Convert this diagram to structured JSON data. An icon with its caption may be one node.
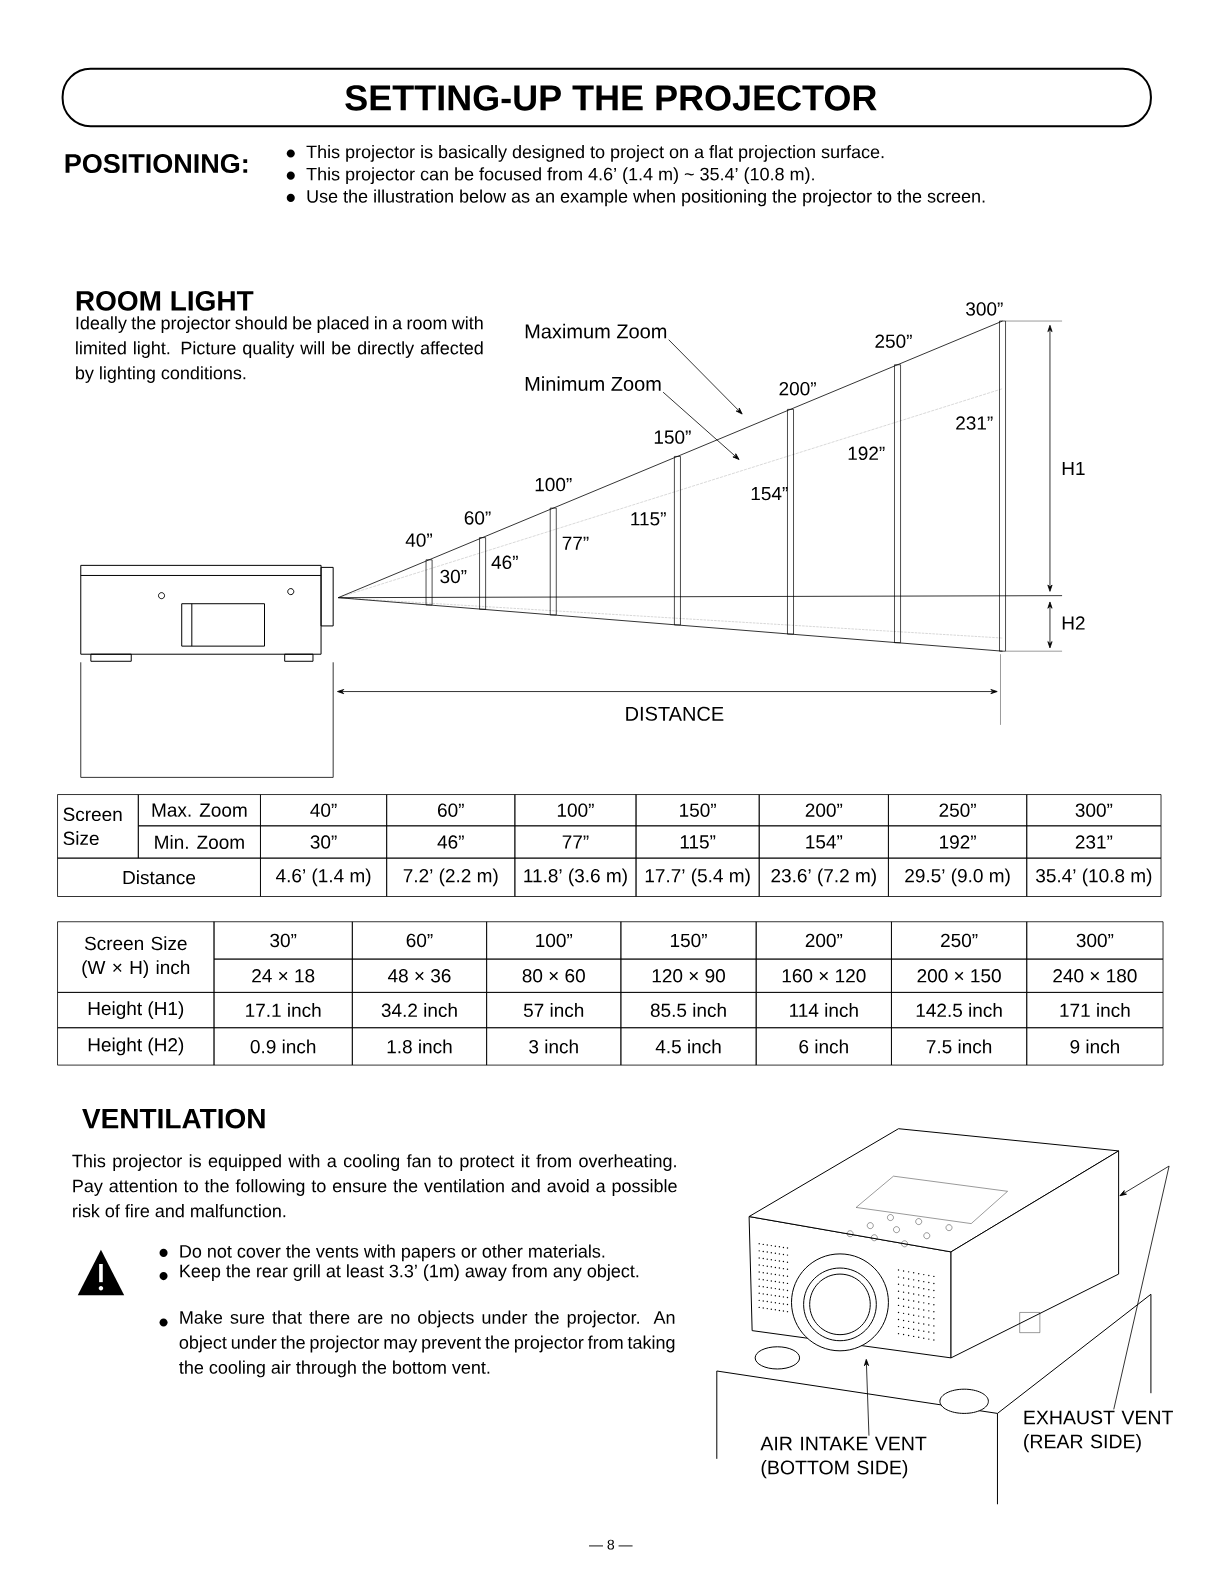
{
  "diagram": {
    "title": "SETTING-UP THE PROJECTOR",
    "nodes": [
      {
        "text": [
          "Maximum Zoom"
        ]
      },
      {
        "text": [
          "Minimum Zoom"
        ]
      },
      {
        "text": [],
        "shape": "picture"
      },
      {
        "text": [
          "AIR INTAKE VENT (BOTTOM SIDE)"
        ]
      },
      {
        "text": [
          "EXHAUST VENT (REAR SIDE)"
        ]
      }
    ],
    "edges": [
      {
        "from": 0,
        "to": null,
        "arrow": "to"
      },
      {
        "from": 1,
        "to": null,
        "arrow": "to"
      },
      {
        "from": 3,
        "to": 2,
        "arrow": "to"
      },
      {
        "from": 4,
        "to": 2,
        "arrow": "to"
      }
    ],
    "labels": [
      "POSITIONING:",
      "This projector is basically designed to project on a flat projection surface.",
      "This projector can be focused from 4.6’ (1.4 m) ~ 35.4’ (10.8 m).",
      "Use the illustration below as an example when positioning the projector to the screen.",
      "ROOM LIGHT",
      "Ideally the projector should be placed in a room with limited light. Picture quality will be directly affected by lighting conditions.",
      "40”",
      "60”",
      "100”",
      "150”",
      "200”",
      "250”",
      "300”",
      "30”",
      "46”",
      "77”",
      "115”",
      "154”",
      "192”",
      "231”",
      "H1",
      "H2",
      "DISTANCE",
      "Screen Size",
      "Max. Zoom",
      "40”",
      "60”",
      "100”",
      "150”",
      "200”",
      "250”",
      "300”",
      "Min. Zoom",
      "30”",
      "46”",
      "77”",
      "115”",
      "154”",
      "192”",
      "231”",
      "Distance",
      "4.6’ (1.4 m)",
      "7.2’ (2.2 m)",
      "11.8’ (3.6 m)",
      "17.7’ (5.4 m)",
      "23.6’ (7.2 m)",
      "29.5’ (9.0 m)",
      "35.4’ (10.8 m)",
      "Screen Size (W × H) inch",
      "30”",
      "60”",
      "100”",
      "150”",
      "200”",
      "250”",
      "300”",
      "24 × 18",
      "48 × 36",
      "80 × 60",
      "120 × 90",
      "160 × 120",
      "200 × 150",
      "240 × 180",
      "Height (H1)",
      "17.1 inch",
      "34.2 inch",
      "57 inch",
      "85.5 inch",
      "114 inch",
      "142.5 inch",
      "171 inch",
      "Height (H2)",
      "0.9 inch",
      "1.8 inch",
      "3 inch",
      "4.5 inch",
      "6 inch",
      "7.5 inch",
      "9 inch",
      "VENTILATION",
      "This projector is equipped with a cooling fan to protect it from overheating. Pay attention to the following to ensure the ventilation and avoid a possible risk of fire and malfunction.",
      "Do not cover the vents with papers or other materials.",
      "Keep the rear grill at least 3.3’ (1m) away from any object.",
      "Make sure that there are no objects under the projector. An object under the projector may prevent the projector from taking the cooling air through the bottom vent.",
      "— 8 —"
    ]
  }
}
